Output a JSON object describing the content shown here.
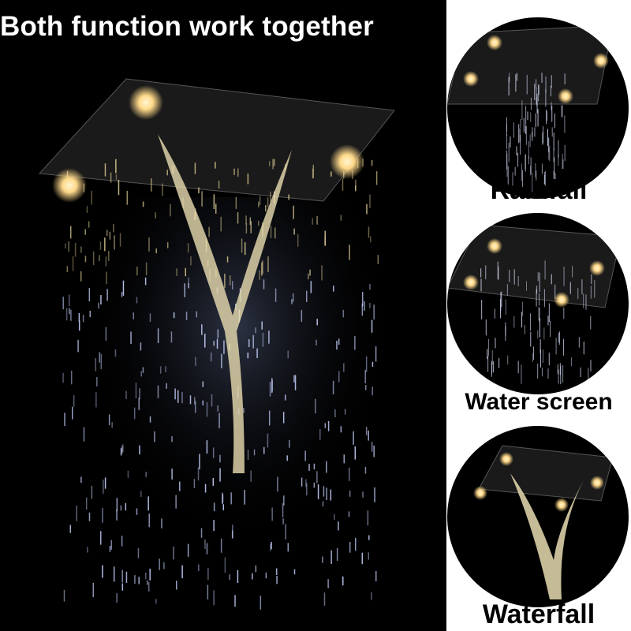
{
  "title": "Both function work together",
  "modes": [
    {
      "label": "Rainfall"
    },
    {
      "label": "Water screen"
    },
    {
      "label": "Waterfall"
    }
  ],
  "colors": {
    "background": "#000000",
    "light": "#ffd98a",
    "water": "#c8d4ff",
    "text_main": "#ffffff",
    "text_side": "#000000"
  }
}
